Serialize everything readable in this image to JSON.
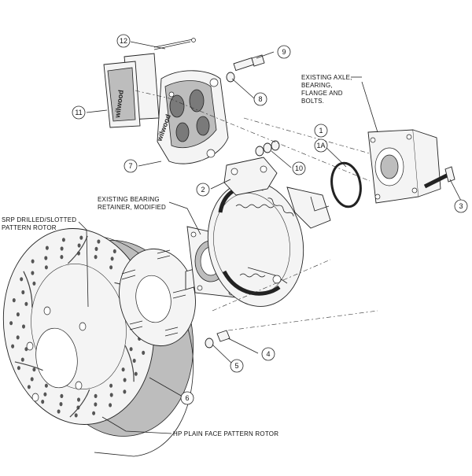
{
  "diagram": {
    "callouts": [
      {
        "id": "c1",
        "number": "1"
      },
      {
        "id": "c1a",
        "number": "1A"
      },
      {
        "id": "c2",
        "number": "2"
      },
      {
        "id": "c3",
        "number": "3"
      },
      {
        "id": "c4",
        "number": "4"
      },
      {
        "id": "c5",
        "number": "5"
      },
      {
        "id": "c6",
        "number": "6"
      },
      {
        "id": "c7",
        "number": "7"
      },
      {
        "id": "c8",
        "number": "8"
      },
      {
        "id": "c9",
        "number": "9"
      },
      {
        "id": "c10",
        "number": "10"
      },
      {
        "id": "c11",
        "number": "11"
      },
      {
        "id": "c12",
        "number": "12"
      }
    ],
    "notes": {
      "axle": [
        "EXISTING AXLE,",
        "BEARING,",
        "FLANGE AND",
        "BOLTS."
      ],
      "retainer": [
        "EXISTING BEARING",
        "RETAINER, MODIFIED"
      ],
      "srp_rotor": [
        "SRP DRILLED/SLOTTED",
        "PATTERN ROTOR"
      ],
      "hp_rotor": "HP PLAIN FACE PATTERN ROTOR"
    },
    "brand_mark": "wilwood"
  }
}
